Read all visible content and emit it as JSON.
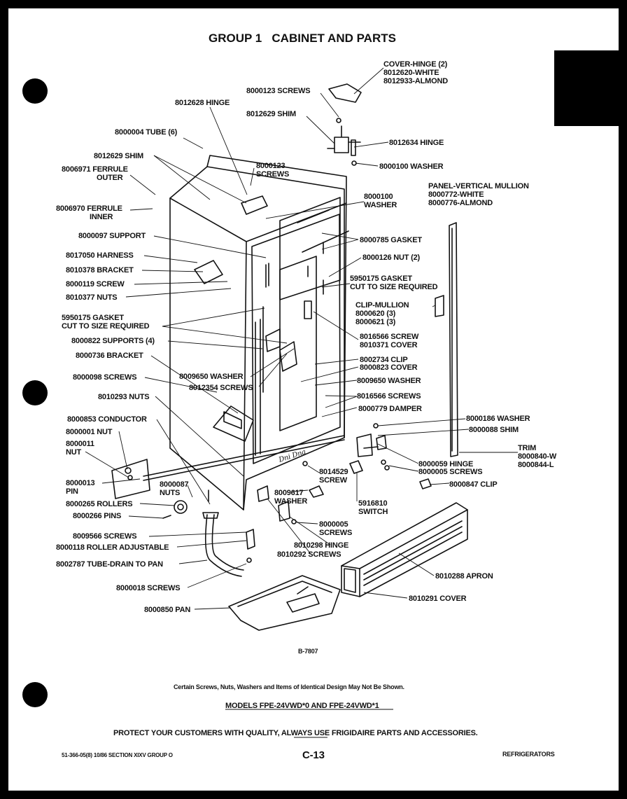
{
  "header": {
    "title_group": "GROUP 1",
    "title_name": "CABINET AND PARTS"
  },
  "callouts": {
    "cover_hinge": "COVER-HINGE (2)",
    "cover_hinge_white": "8012620-WHITE",
    "cover_hinge_almond": "8012933-ALMOND",
    "screws_8000123_top": "8000123 SCREWS",
    "hinge_8012628": "8012628 HINGE",
    "shim_8012629_right": "8012629 SHIM",
    "hinge_8012634": "8012634 HINGE",
    "washer_8000100_right": "8000100 WASHER",
    "tube_8000004": "8000004 TUBE (6)",
    "shim_8012629_left": "8012629 SHIM",
    "screws_8000123_mid_a": "8000123",
    "screws_8000123_mid_b": "SCREWS",
    "ferrule_outer_a": "8006971 FERRULE",
    "ferrule_outer_b": "OUTER",
    "washer_8000100_mid_a": "8000100",
    "washer_8000100_mid_b": "WASHER",
    "panel_mullion_a": "PANEL-VERTICAL MULLION",
    "panel_mullion_b": "8000772-WHITE",
    "panel_mullion_c": "8000776-ALMOND",
    "ferrule_inner_a": "8006970 FERRULE",
    "ferrule_inner_b": "INNER",
    "support_8000097": "8000097 SUPPORT",
    "gasket_8000785": "8000785 GASKET",
    "harness_8017050": "8017050 HARNESS",
    "nut_8000126": "8000126 NUT (2)",
    "bracket_8010378": "8010378 BRACKET",
    "screw_8000119": "8000119 SCREW",
    "gasket_5950175_right_a": "5950175 GASKET",
    "gasket_5950175_right_b": "CUT TO SIZE REQUIRED",
    "nuts_8010377": "8010377 NUTS",
    "clip_mullion_a": "CLIP-MULLION",
    "clip_mullion_b": "8000620 (3)",
    "clip_mullion_c": "8000621 (3)",
    "gasket_5950175_left_a": "5950175 GASKET",
    "gasket_5950175_left_b": "CUT TO SIZE REQUIRED",
    "screw_8016566": "8016566 SCREW",
    "cover_8010371": "8010371 COVER",
    "supports_8000822": "8000822 SUPPORTS (4)",
    "bracket_8000736": "8000736 BRACKET",
    "washer_8009650_left": "8009650 WASHER",
    "clip_8002734": "8002734 CLIP",
    "cover_8000823": "8000823 COVER",
    "screws_8012354": "8012354 SCREWS",
    "screws_8000098": "8000098 SCREWS",
    "washer_8009650_right": "8009650 WASHER",
    "screws_8016566": "8016566 SCREWS",
    "nuts_8010293": "8010293 NUTS",
    "damper_8000779": "8000779 DAMPER",
    "conductor_8000853": "8000853 CONDUCTOR",
    "washer_8000186": "8000186 WASHER",
    "nut_8000001": "8000001 NUT",
    "shim_8000088": "8000088 SHIM",
    "nut_8000011_a": "8000011",
    "nut_8000011_b": "NUT",
    "trim_a": "TRIM",
    "trim_b": "8000840-W",
    "trim_c": "8000844-L",
    "hinge_8000059": "8000059 HINGE",
    "screws_8000005_right": "8000005 SCREWS",
    "pin_8000013_a": "8000013",
    "pin_8000013_b": "PIN",
    "nuts_8000087_a": "8000087",
    "nuts_8000087_b": "NUTS",
    "screw_8014529_a": "8014529",
    "screw_8014529_b": "SCREW",
    "clip_8000847": "8000847 CLIP",
    "washer_8009617_a": "8009617",
    "washer_8009617_b": "WASHER",
    "switch_5916810_a": "5916810",
    "switch_5916810_b": "SWITCH",
    "rollers_8000265": "8000265 ROLLERS",
    "pins_8000266": "8000266 PINS",
    "screws_8000005_low_a": "8000005",
    "screws_8000005_low_b": "SCREWS",
    "screws_8009566": "8009566 SCREWS",
    "roller_8000118": "8000118 ROLLER ADJUSTABLE",
    "hinge_8010298": "8010298 HINGE",
    "screws_8010292": "8010292 SCREWS",
    "tube_drain_8002787": "8002787 TUBE-DRAIN TO PAN",
    "apron_8010288": "8010288 APRON",
    "screws_8000018": "8000018 SCREWS",
    "cover_8010291": "8010291 COVER",
    "pan_8000850": "8000850 PAN"
  },
  "panel_label": "Dni Dna",
  "figure_id": "B-7807",
  "footer": {
    "note": "Certain Screws, Nuts, Washers and Items of Identical Design May Not Be Shown.",
    "models": "MODELS FPE-24VWD*0 AND FPE-24VWD*1",
    "protect_pre": "PROTECT YOUR CUSTOMERS WITH QUALITY,",
    "protect_always": "ALWAYS",
    "protect_post": "USE FRIGIDAIRE PARTS AND ACCESSORIES.",
    "code": "51-366-05(8) 10/86 SECTION XIXV GROUP O",
    "page": "C-13",
    "category": "REFRIGERATORS"
  }
}
